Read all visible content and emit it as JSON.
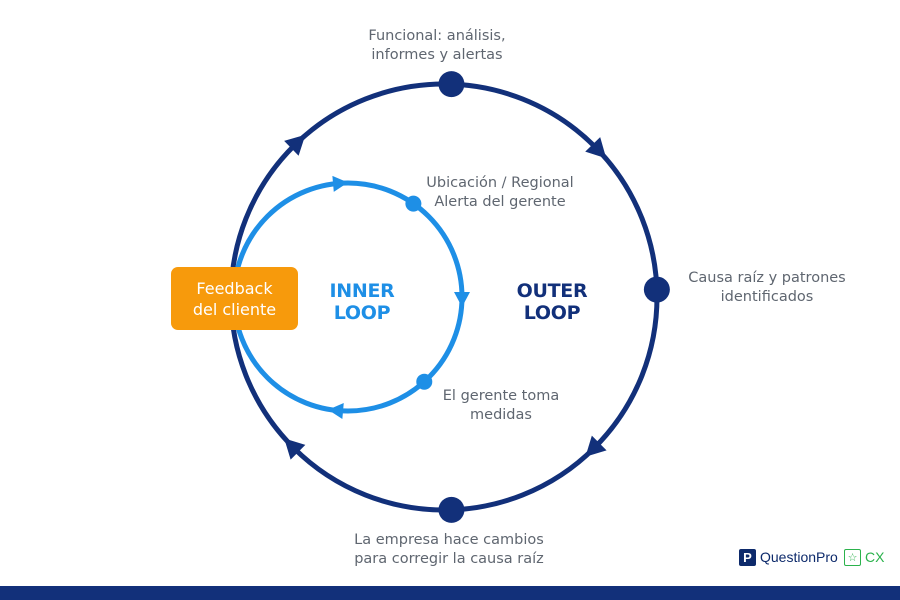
{
  "colors": {
    "outer_loop": "#12307a",
    "inner_loop": "#1e8fe6",
    "feedback_box": "#f79a0c",
    "label_text": "#5f6670",
    "cx_green": "#2bb24c"
  },
  "feedback": {
    "label": "Feedback\ndel cliente"
  },
  "inner_loop": {
    "title": "INNER\nLOOP",
    "nodes": [
      {
        "label": "Ubicación / Regional\nAlerta del gerente"
      },
      {
        "label": "El gerente toma\nmedidas"
      }
    ]
  },
  "outer_loop": {
    "title": "OUTER\nLOOP",
    "nodes": [
      {
        "label": "Funcional: análisis,\ninformes y alertas"
      },
      {
        "label": "Causa raíz y patrones\nidentificados"
      },
      {
        "label": "La empresa hace cambios\npara corregir la causa raíz"
      }
    ]
  },
  "branding": {
    "questionpro": {
      "mark": "P",
      "text": "QuestionPro",
      "icon": "questionpro-logo-icon"
    },
    "cx": {
      "text": "CX",
      "icon": "star-icon"
    }
  }
}
